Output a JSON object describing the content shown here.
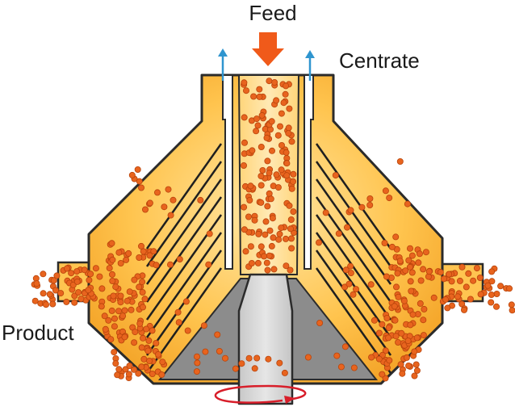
{
  "labels": {
    "feed": "Feed",
    "centrate": "Centrate",
    "product": "Product"
  },
  "colors": {
    "outline": "#2b2b2b",
    "body_light": "#ffe29a",
    "body_mid": "#ffc04a",
    "body_dark": "#f0a020",
    "particle": "#e8641e",
    "particle_edge": "#b8440c",
    "feed_arrow": "#f05a1a",
    "centrate_arrow": "#2f95cf",
    "rotation_arrow": "#d81e2a",
    "cone": "#8c8c8c",
    "shaft": "#d6d6d6"
  },
  "icons": {
    "feed": "down-arrow-icon",
    "centrate": "up-arrow-icon",
    "rotation": "rotation-arrow-icon"
  }
}
